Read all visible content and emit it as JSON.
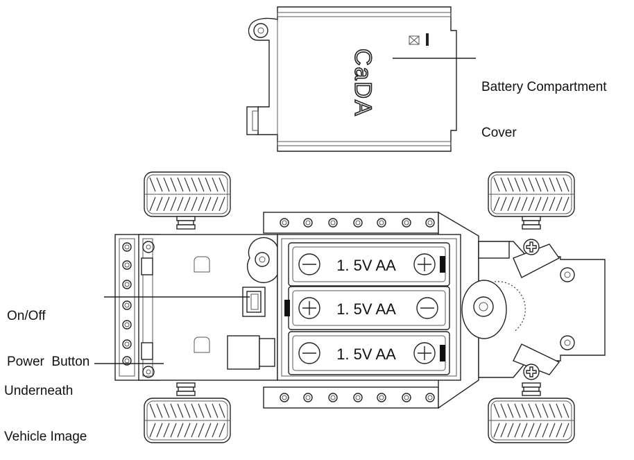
{
  "callouts": {
    "battery_cover": {
      "line1": "Battery Compartment",
      "line2": "Cover"
    },
    "power_button": {
      "line1": "On/Off",
      "line2": "Power  Button"
    },
    "underneath": {
      "line1": "Underneath",
      "line2": "Vehicle Image"
    }
  },
  "cover": {
    "logo_text": "CaDA"
  },
  "batteries": [
    {
      "label": "1. 5V  AA",
      "orientation": "minus-left"
    },
    {
      "label": "1. 5V  AA",
      "orientation": "plus-left"
    },
    {
      "label": "1. 5V  AA",
      "orientation": "minus-left"
    }
  ]
}
